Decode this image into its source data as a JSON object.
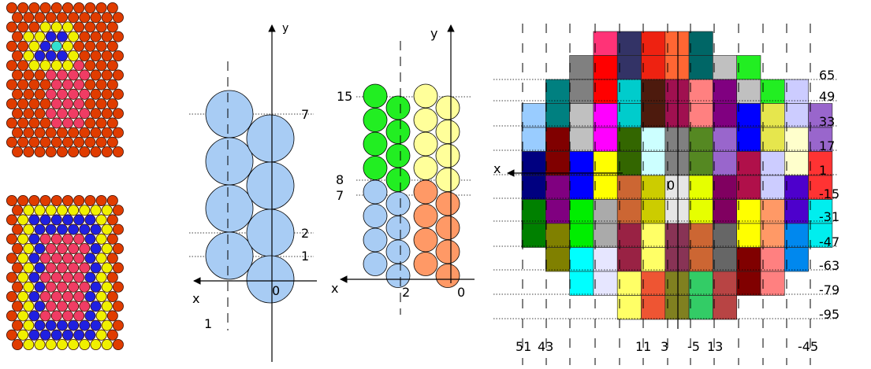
{
  "panel_top": {
    "center_color": "#33e0d0",
    "ring1_color": "#2020e0",
    "ring2_color": "#f0f000",
    "core_color": "#f03c64",
    "background_color": "#e03c00"
  },
  "panel_bottom": {
    "core_color": "#f03c64",
    "ring1_color": "#2020e0",
    "ring2_color": "#f0f000",
    "background_color": "#e03c00"
  },
  "diagram_a": {
    "axis_x_label": "x",
    "axis_y_label": "y",
    "origin_label": "0",
    "dashed_line_label": "1",
    "row_labels": [
      "7",
      "2",
      "1"
    ],
    "circle_fill": "#a8ccf4"
  },
  "diagram_b": {
    "axis_x_label": "x",
    "axis_y_label": "y",
    "origin_label": "0",
    "dashed_line_label": "2",
    "row_labels": [
      "15",
      "8",
      "7"
    ],
    "colors": {
      "blue": "#a8ccf4",
      "green": "#22ee22",
      "yellow": "#ffff9a",
      "orange": "#ff9966"
    }
  },
  "diagram_c": {
    "axis_x_label": "x",
    "origin_label": "0",
    "row_labels": [
      "65",
      "49",
      "33",
      "17",
      "1",
      "-15",
      "-31",
      "-47",
      "-63",
      "-79",
      "-95"
    ],
    "column_labels": [
      "51",
      "43",
      "11",
      "3",
      "-5",
      "13",
      "-45"
    ],
    "grid": [
      [
        "",
        "",
        "",
        "#ff3377",
        "#333366",
        "#ee2211",
        "#ff6633",
        "#006666",
        "",
        "",
        "",
        ""
      ],
      [
        "",
        "",
        "#808080",
        "#ff0000",
        "#333366",
        "#ee2211",
        "#ff6633",
        "#006666",
        "#c0c0c0",
        "#22ee22",
        "",
        ""
      ],
      [
        "",
        "#008080",
        "#808080",
        "#ff0000",
        "#00cccc",
        "#4d1a0d",
        "#a01050",
        "#ff8080",
        "#800080",
        "#c0c0c0",
        "#22ee22",
        "#ccccff",
        ""
      ],
      [
        "#99ccff",
        "#008080",
        "#c0c0c0",
        "#ff00ff",
        "#00cccc",
        "#4d1a0d",
        "#a01050",
        "#ff8080",
        "#800080",
        "#0000ff",
        "#e6e64d",
        "#ccccff",
        "#9966cc"
      ],
      [
        "#99ccff",
        "#800000",
        "#c0c0c0",
        "#ff00ff",
        "#336600",
        "#ccffff",
        "#808080",
        "#558822",
        "#9966cc",
        "#0000ff",
        "#e6e64d",
        "#ffffcc",
        "#9966cc"
      ],
      [
        "#000080",
        "#800000",
        "#0000ff",
        "#ffff00",
        "#336600",
        "#ccffff",
        "#808080",
        "#558822",
        "#9966cc",
        "#b0104a",
        "#ccccff",
        "#ffffcc",
        "#ff3333"
      ],
      [
        "#000080",
        "#800080",
        "#0000ff",
        "#ffff00",
        "#cc6633",
        "#cccc00",
        "#e6e6e6",
        "#e6ff00",
        "#800060",
        "#b0104a",
        "#ccccff",
        "#4d00cc",
        "#ff3333"
      ],
      [
        "#008000",
        "#800080",
        "#00ee00",
        "#aaaaaa",
        "#cc6633",
        "#cccc00",
        "#e6e6e6",
        "#e6ff00",
        "#800060",
        "#ffff00",
        "#ff9966",
        "#4d00cc",
        "#00eeee"
      ],
      [
        "#008000",
        "#808000",
        "#00ee00",
        "#aaaaaa",
        "#992244",
        "#ffff66",
        "#883355",
        "#cc6633",
        "#666666",
        "#ffff00",
        "#ff9966",
        "#0088ee",
        "#00eeee"
      ],
      [
        "",
        "#808000",
        "#00ffff",
        "#e6e6ff",
        "#992244",
        "#ffff66",
        "#883355",
        "#cc6633",
        "#666666",
        "#800000",
        "#ff8080",
        "#0088ee",
        ""
      ],
      [
        "",
        "",
        "#00ffff",
        "#e6e6ff",
        "#ffff66",
        "#ee5533",
        "#808020",
        "#33cc66",
        "#b84444",
        "#800000",
        "#ff8080",
        "",
        ""
      ],
      [
        "",
        "",
        "",
        "",
        "#ffff66",
        "#ee5533",
        "#808020",
        "#33cc66",
        "#b84444",
        "",
        "",
        "",
        ""
      ]
    ]
  }
}
